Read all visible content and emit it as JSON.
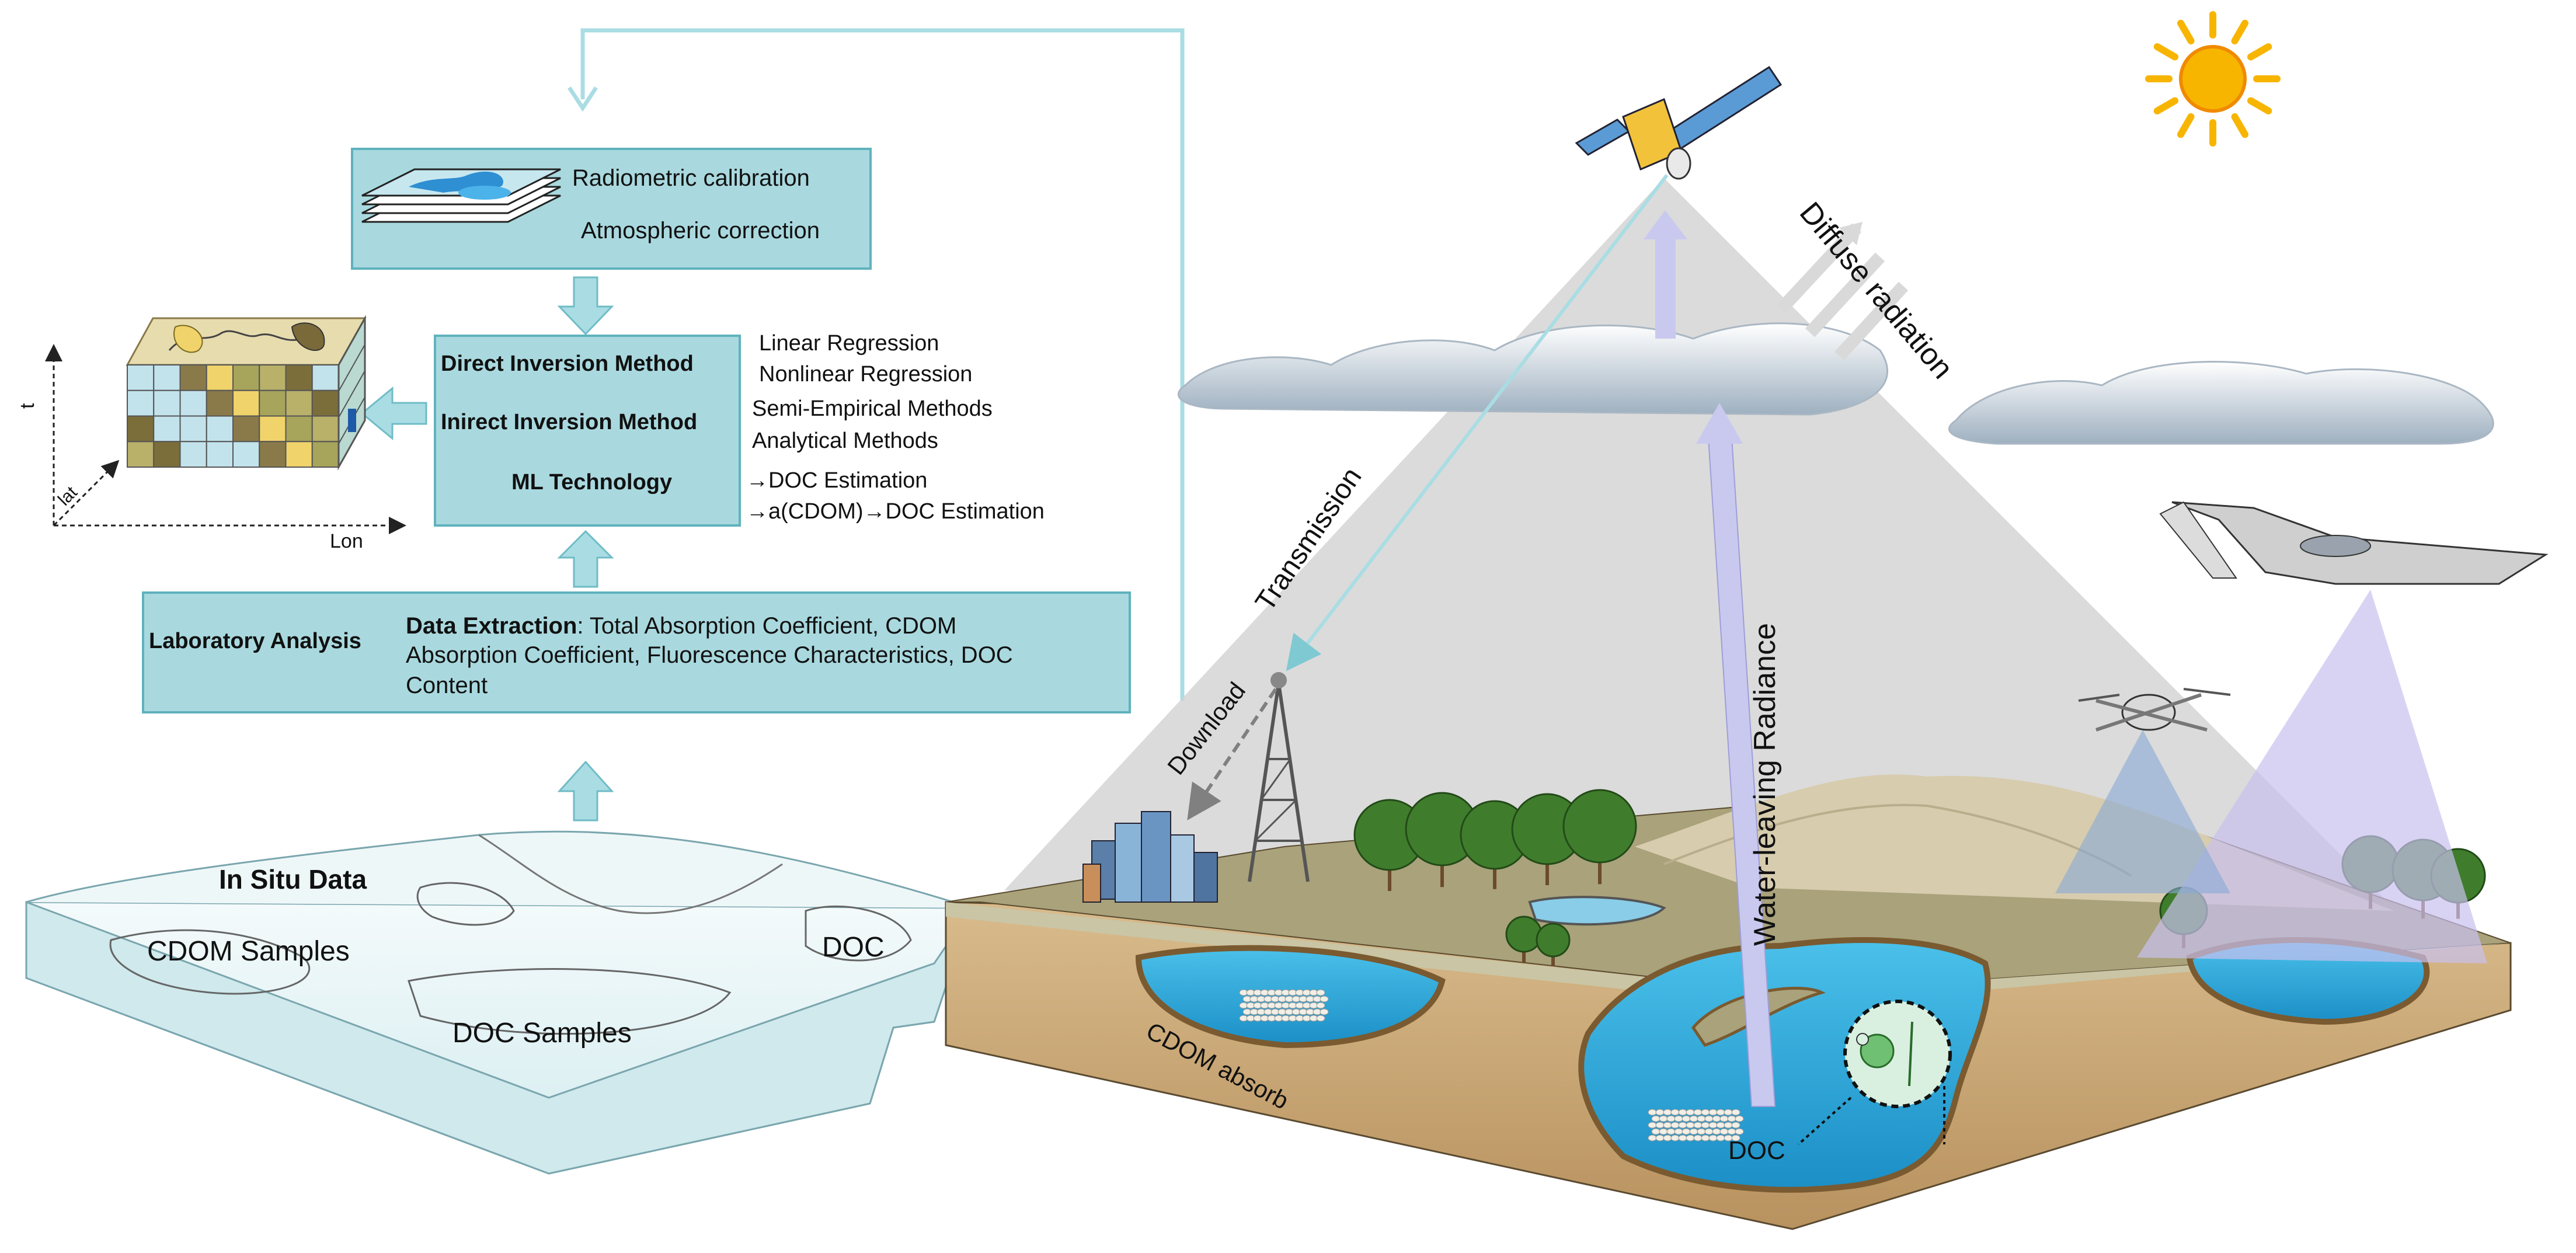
{
  "preprocess_box": {
    "radiometric": "Radiometric calibration",
    "atmospheric": "Atmospheric correction"
  },
  "methods_box": {
    "direct": "Direct Inversion Method",
    "indirect": "Inirect Inversion Method",
    "ml": "ML Technology"
  },
  "method_details": {
    "linear": "Linear Regression",
    "nonlinear": "Nonlinear Regression",
    "semi_empirical": "Semi-Empirical Methods",
    "analytical": "Analytical Methods",
    "ml_direct": "→DOC Estimation",
    "ml_indirect": "→a(CDOM)→DOC Estimation"
  },
  "lab_box": {
    "title": "Laboratory Analysis",
    "extraction_label": "Data Extraction",
    "line1": ": Total Absorption Coefficient, CDOM",
    "line2": "Absorption Coefficient, Fluorescence Characteristics, DOC",
    "line3": "Content"
  },
  "cube_axes": {
    "t": "t",
    "lat": "lat",
    "lon": "Lon"
  },
  "in_situ": {
    "title": "In Situ Data",
    "cdom_samples": "CDOM Samples",
    "doc": "DOC",
    "doc_samples": "DOC Samples"
  },
  "scene": {
    "transmission": "Transmission",
    "download": "Download",
    "diffuse": "Diffuse radiation",
    "water_leaving": "Water-leaving Radiance",
    "cdom_absorb": "CDOM absorb",
    "doc_label": "DOC"
  },
  "colors": {
    "box_fill": "#a9d9df",
    "box_stroke": "#5fb2bd",
    "arrow": "#a9dde3",
    "water": "#29a9dc",
    "soil": "#c9a97b",
    "sun": "#f7b500",
    "radiance_beam": "#c9c9f0"
  }
}
